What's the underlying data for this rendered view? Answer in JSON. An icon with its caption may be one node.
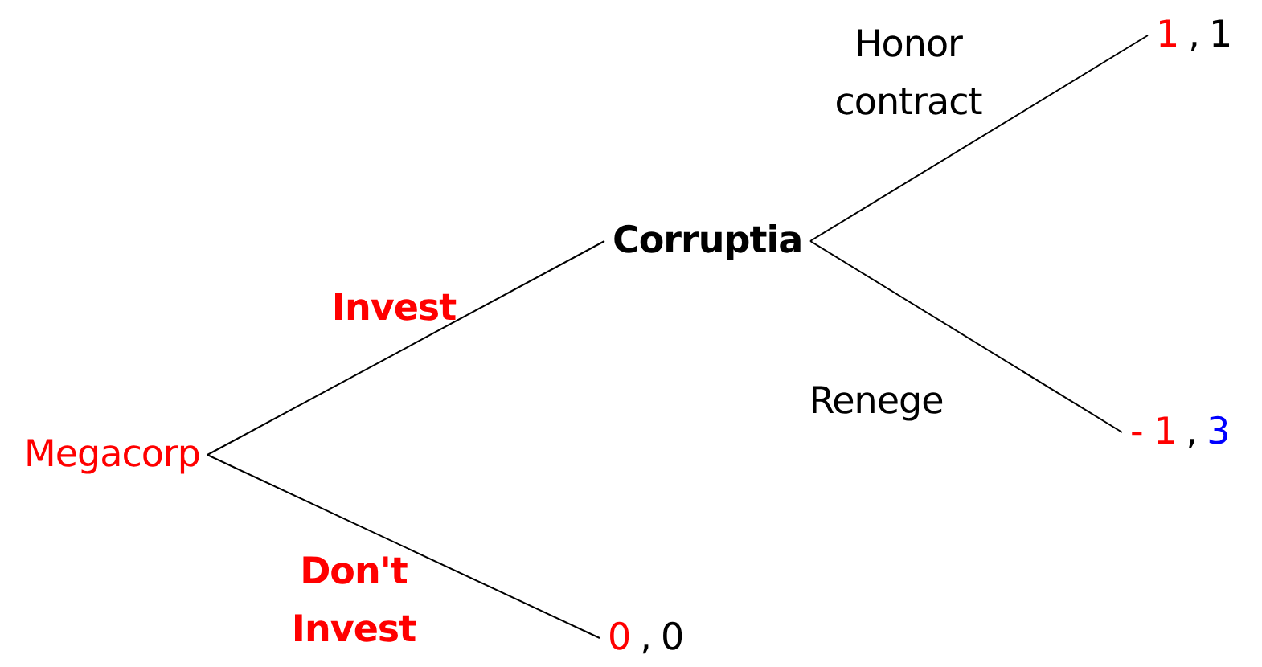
{
  "diagram": {
    "nodes": [
      {
        "text": [
          "Megacorp"
        ]
      },
      {
        "text": [
          "Corruptia"
        ]
      },
      {
        "text": [
          "1",
          ",",
          "1"
        ]
      },
      {
        "text": [
          "- 1",
          ",",
          "3"
        ]
      },
      {
        "text": [
          "0",
          ",",
          "0"
        ]
      }
    ],
    "edges": [
      {
        "from": 0,
        "to": 1,
        "arrow": "none",
        "label": "Invest"
      },
      {
        "from": 0,
        "to": 4,
        "arrow": "none",
        "label": "Don't Invest"
      },
      {
        "from": 1,
        "to": 2,
        "arrow": "none",
        "label": "Honor contract"
      },
      {
        "from": 1,
        "to": 3,
        "arrow": "none",
        "label": "Renege"
      }
    ]
  }
}
